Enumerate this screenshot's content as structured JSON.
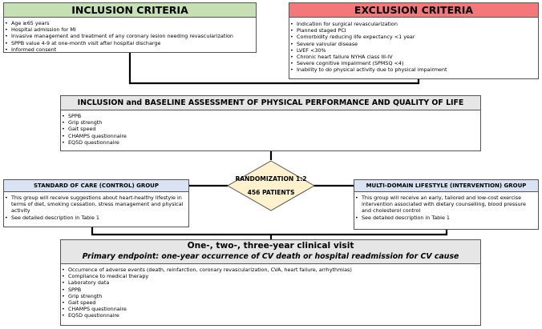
{
  "inclusion": {
    "title": "INCLUSION CRITERIA",
    "items": [
      "Age ≥65 years",
      "Hospital admission for MI",
      "Invasive management and treatment of any coronary lesion needing revascularization",
      "SPPB value 4-9 at one-month visit after hospital discharge",
      "Informed consent"
    ]
  },
  "exclusion": {
    "title": "EXCLUSION CRITERIA",
    "items": [
      "Indication for surgical revascularization",
      "Planned staged PCI",
      "Comorbidity reducing life expectancy <1 year",
      "Severe valvular disease",
      "LVEF <30%",
      "Chronic heart failure NYHA class III-IV",
      "Severe cognitive impairment (SPMSQ <4)",
      "Inability to do physical activity due to physical impairment"
    ]
  },
  "baseline": {
    "title": "INCLUSION and BASELINE ASSESSMENT OF PHYSICAL PERFORMANCE AND QUALITY OF LIFE",
    "items": [
      "SPPB",
      "Grip strength",
      "Gait speed",
      "CHAMPS questionnaire",
      "EQ5D questionnaire"
    ]
  },
  "randomization": {
    "line1": "RANDOMIZATION 1:2",
    "line2": "456 PATIENTS"
  },
  "control": {
    "title": "STANDARD OF CARE (CONTROL) GROUP",
    "items": [
      "This group will receive suggestions about heart-healthy lifestyle in terms of diet, smoking cessation, stress management and physical activity",
      "See detailed description in Table 1"
    ]
  },
  "intervention": {
    "title": "MULTI-DOMAIN LIFESTYLE (INTERVENTION) GROUP",
    "items": [
      "This group will receive an early, tailored and low-cost exercise intervention associated with dietary counselling, blood pressure and cholesterol control",
      "See detailed description in Table 1"
    ]
  },
  "followup": {
    "title": "One-, two-, three-year clinical visit",
    "subtitle": "Primary endpoint: one-year occurrence of CV death or hospital readmission for CV cause",
    "items": [
      "Occurrence of adverse events (death, reinfarction, coronary revascularization, CVA, heart failure, arrhythmias)",
      "Compliance to medical therapy",
      "Laboratory data",
      "SPPB",
      "Grip strength",
      "Gait speed",
      "CHAMPS questionnaire",
      "EQ5D questionnaire"
    ]
  },
  "colors": {
    "inclusion_header": "#c5e0b3",
    "exclusion_header": "#f4787a",
    "baseline_header": "#e7e6e6",
    "group_header": "#dae3f3",
    "diamond": "#fff2cc",
    "followup_header": "#e7e6e6"
  }
}
